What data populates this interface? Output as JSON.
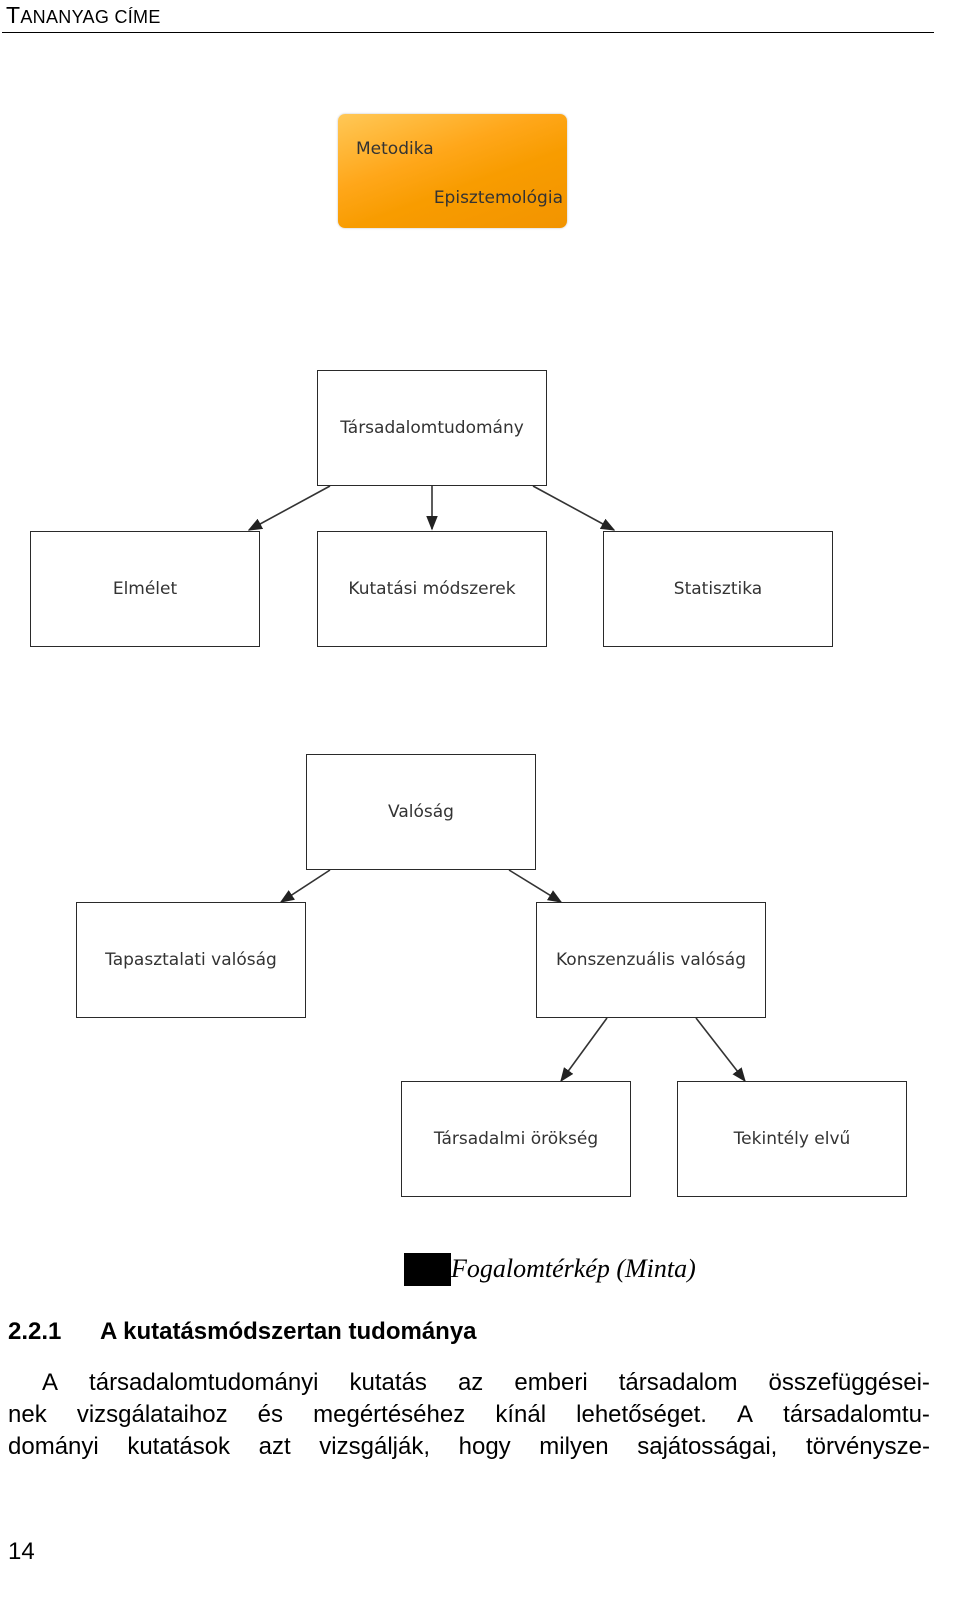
{
  "header": {
    "title_cap": "T",
    "title_rest": "ANANYAG CÍME"
  },
  "diagram": {
    "orange_box": {
      "line1": "Metodika",
      "line2": "Episztemológia",
      "color": "#f7a000"
    },
    "nodes": {
      "social_science": "Társadalomtudomány",
      "theory": "Elmélet",
      "research_methods": "Kutatási módszerek",
      "statistics": "Statisztika",
      "reality": "Valóság",
      "experiential_reality": "Tapasztalati valóság",
      "consensual_reality": "Konszenzuális valóság",
      "social_heritage": "Társadalmi örökség",
      "authority_based": "Tekintély elvű"
    }
  },
  "caption": "Fogalomtérkép (Minta)",
  "section": {
    "number": "2.2.1",
    "title": "A kutatásmódszertan tudománya"
  },
  "paragraph": {
    "line1_words": [
      "A",
      "társadalomtudományi",
      "kutatás",
      "az",
      "emberi",
      "társadalom",
      "összefüggései-"
    ],
    "line2_words": [
      "nek",
      "vizsgálataihoz",
      "és",
      "megértéséhez",
      "kínál",
      "lehetőséget.",
      "A",
      "társadalomtu-"
    ],
    "line3_words": [
      "dományi",
      "kutatások",
      "azt",
      "vizsgálják,",
      "hogy",
      "milyen",
      "sajátosságai,",
      "törvénysze-"
    ]
  },
  "page_number": "14"
}
